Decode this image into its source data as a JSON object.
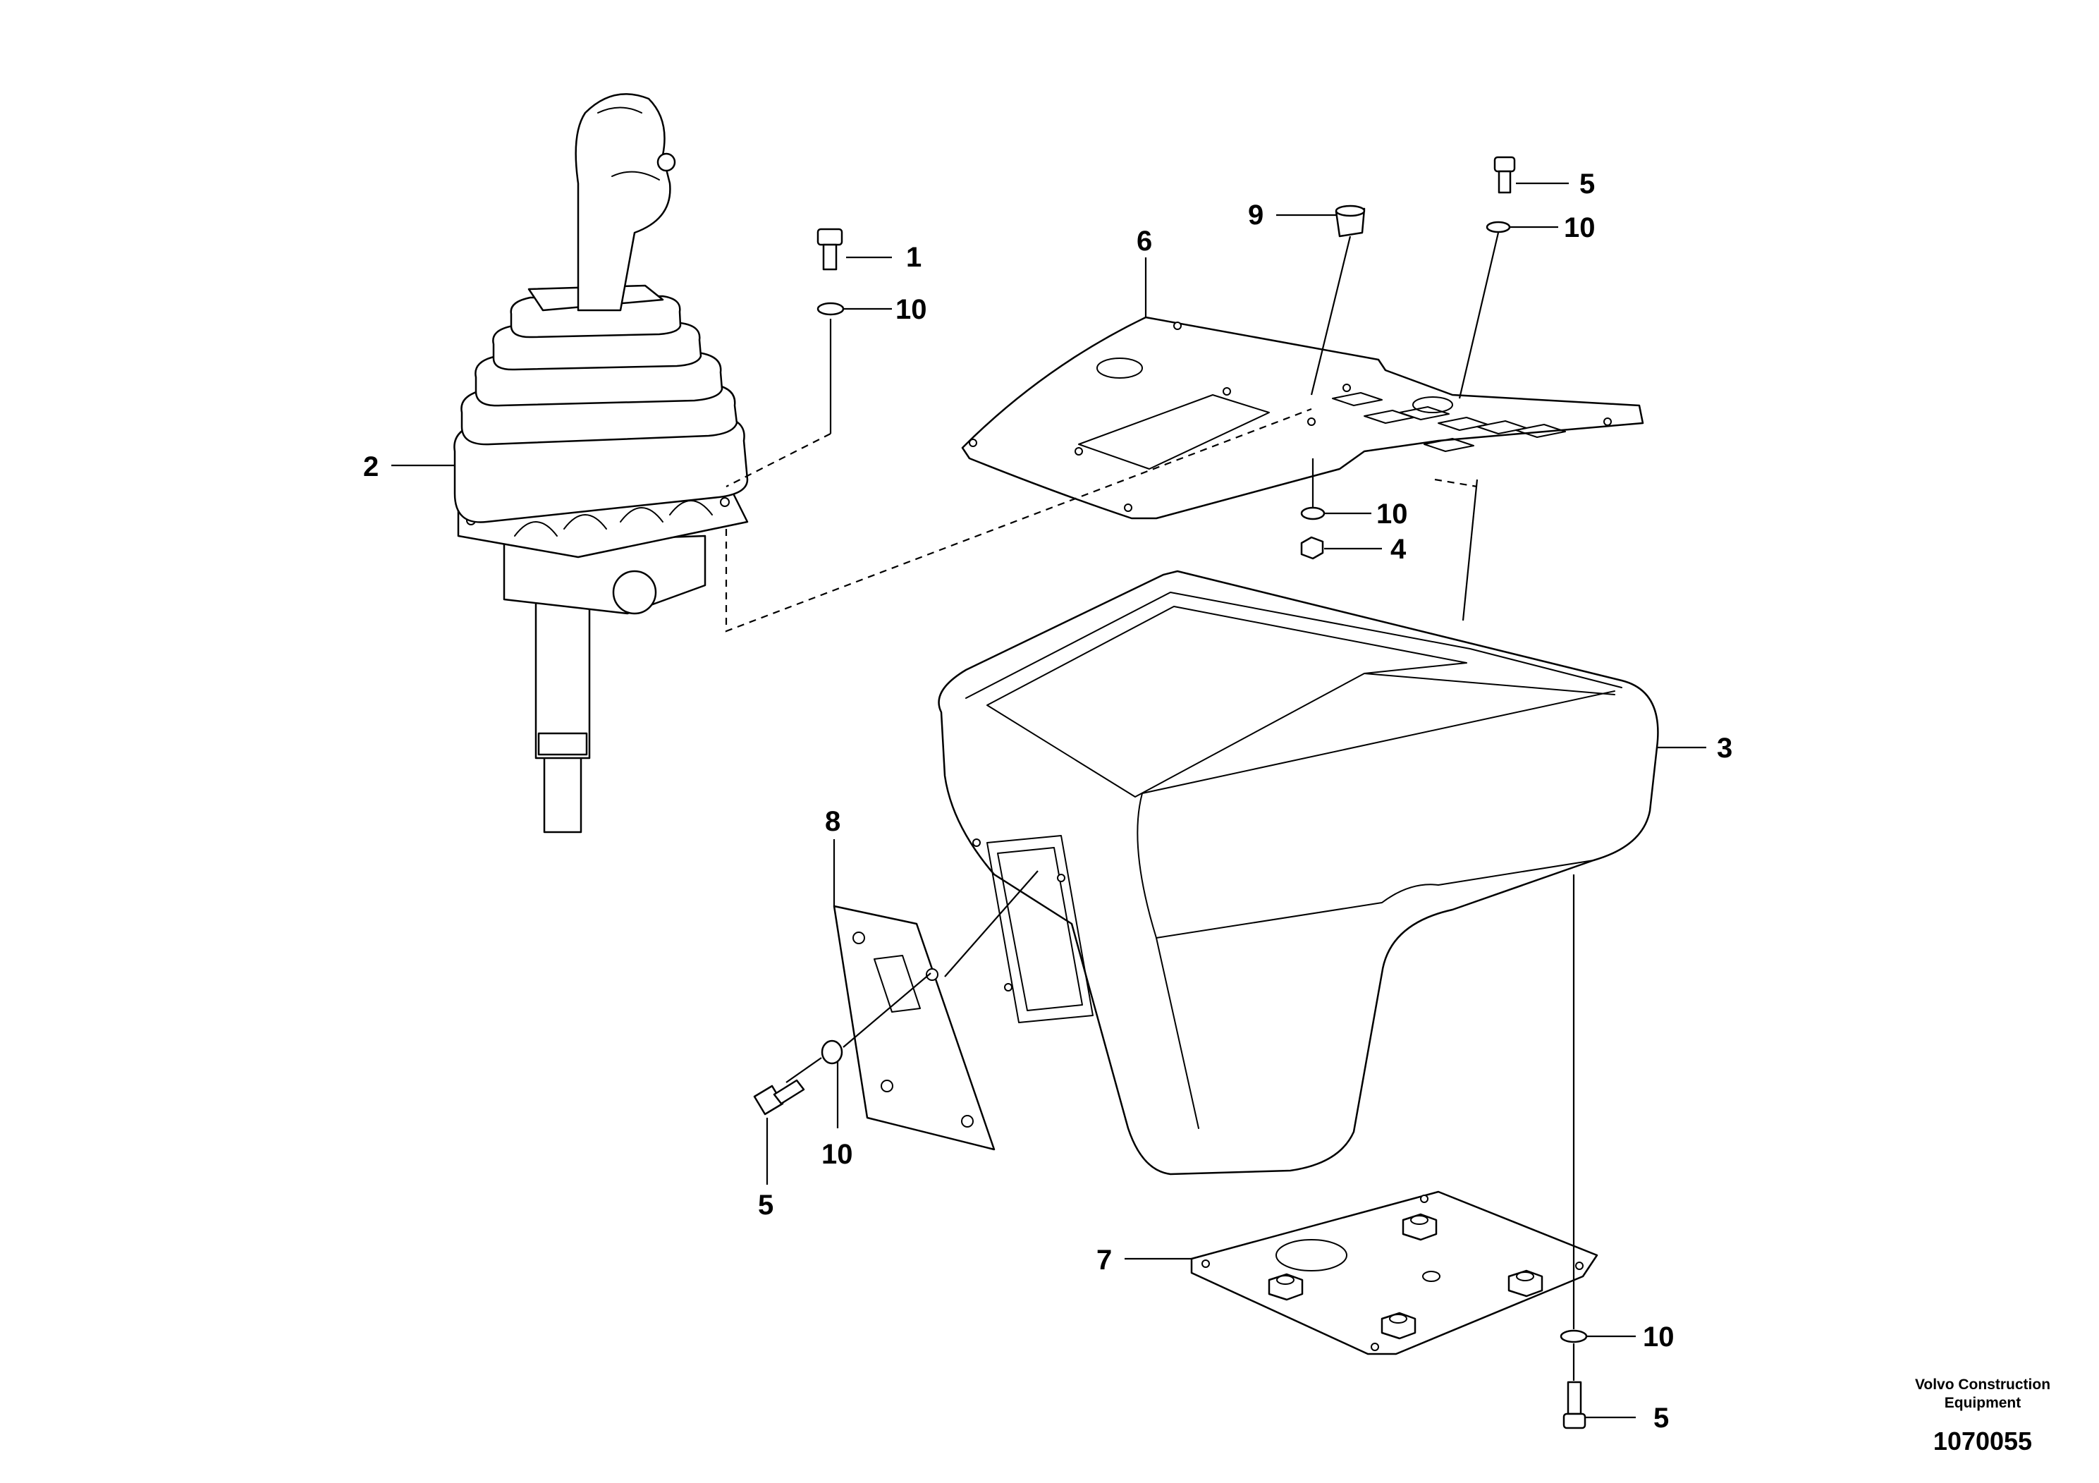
{
  "callouts": {
    "c1": "1",
    "c2": "2",
    "c3": "3",
    "c4": "4",
    "c5_top": "5",
    "c5_left": "5",
    "c5_bottom": "5",
    "c6": "6",
    "c7": "7",
    "c8": "8",
    "c9": "9",
    "c10_a": "10",
    "c10_b": "10",
    "c10_c": "10",
    "c10_d": "10",
    "c10_e": "10"
  },
  "footer": {
    "brand": "Volvo Construction Equipment",
    "drawing_number": "1070055"
  }
}
